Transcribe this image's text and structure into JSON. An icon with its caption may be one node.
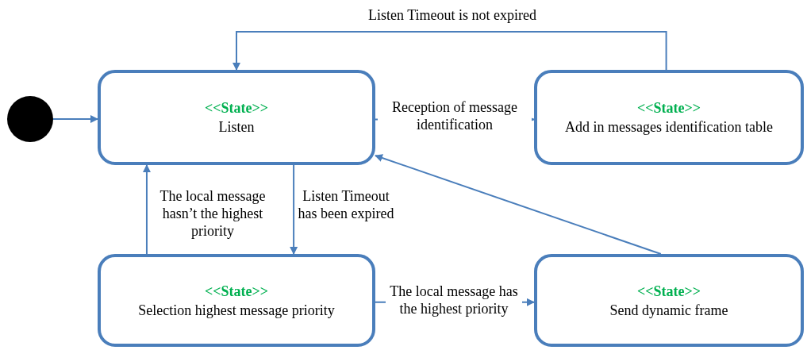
{
  "diagram": {
    "nodes": [
      {
        "text": [],
        "shape": "circle"
      },
      {
        "text": [
          "<<State>>",
          "Listen"
        ]
      },
      {
        "text": [
          "<<State>>",
          "Add in messages identification table"
        ]
      },
      {
        "text": [
          "<<State>>",
          "Selection highest message priority"
        ]
      },
      {
        "text": [
          "<<State>>",
          "Send dynamic frame"
        ]
      }
    ],
    "edges": [
      {
        "from": 0,
        "to": 1,
        "arrow": "to"
      },
      {
        "from": 1,
        "to": 2,
        "arrow": "to",
        "label": "Reception of message identification"
      },
      {
        "from": 2,
        "to": 1,
        "arrow": "to",
        "label": "Listen Timeout is not expired"
      },
      {
        "from": 1,
        "to": 3,
        "arrow": "to",
        "label": "Listen Timeout has been expired"
      },
      {
        "from": 3,
        "to": 1,
        "arrow": "to",
        "label": "The local message hasn’t the highest priority"
      },
      {
        "from": 3,
        "to": 4,
        "arrow": "to",
        "label": "The local message has the highest priority"
      },
      {
        "from": 4,
        "to": 1,
        "arrow": "to"
      }
    ]
  }
}
